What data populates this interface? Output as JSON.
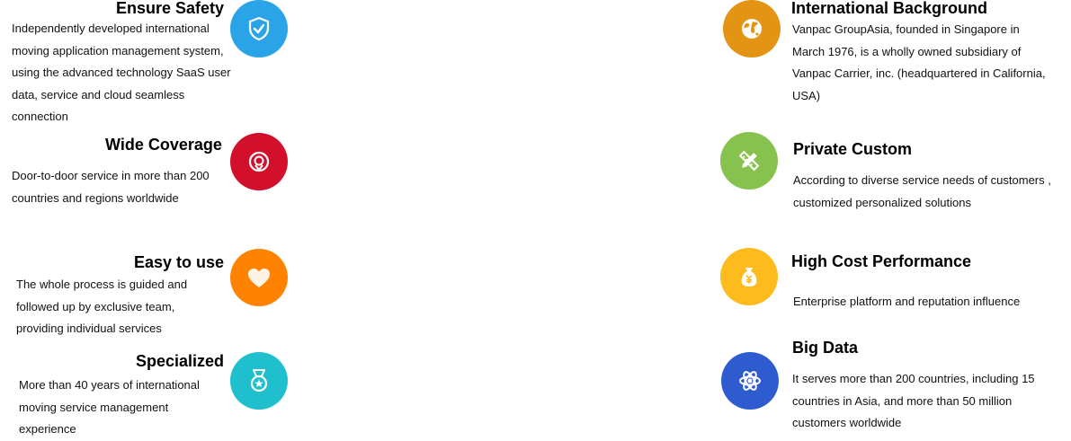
{
  "left": [
    {
      "title": "Ensure Safety",
      "desc": "Independently developed international moving application management system, using the advanced technology SaaS user data, service and cloud seamless connection",
      "icon": "shield-check-icon",
      "color": "#2aa4e6"
    },
    {
      "title": "Wide Coverage",
      "desc": "Door-to-door service in more than 200 countries and regions worldwide",
      "icon": "location-pin-icon",
      "color": "#d3102b"
    },
    {
      "title": "Easy to use",
      "desc": "The whole process is guided and followed up by exclusive team, providing individual services",
      "icon": "heart-icon",
      "color": "#ff8300"
    },
    {
      "title": "Specialized",
      "desc": "More than 40 years of international moving service management experience",
      "icon": "medal-icon",
      "color": "#1fbfce"
    }
  ],
  "right": [
    {
      "title": "International Background",
      "desc": "Vanpac GroupAsia, founded in Singapore in March 1976, is a wholly owned subsidiary  of Vanpac Carrier, inc. (headquartered in California, USA)",
      "icon": "globe-icon",
      "color": "#e39414"
    },
    {
      "title": "Private Custom",
      "desc": "According to diverse service needs of customers , customized personalized solutions",
      "icon": "pencil-ruler-icon",
      "color": "#86c24d"
    },
    {
      "title": "High Cost Performance",
      "desc": "Enterprise platform and reputation influence",
      "icon": "money-bag-icon",
      "color": "#fdbb1e"
    },
    {
      "title": "Big Data",
      "desc": "It serves more than 200 countries, including 15 countries in Asia, and more than 50 million customers worldwide",
      "icon": "atom-icon",
      "color": "#2e5bd0"
    }
  ]
}
